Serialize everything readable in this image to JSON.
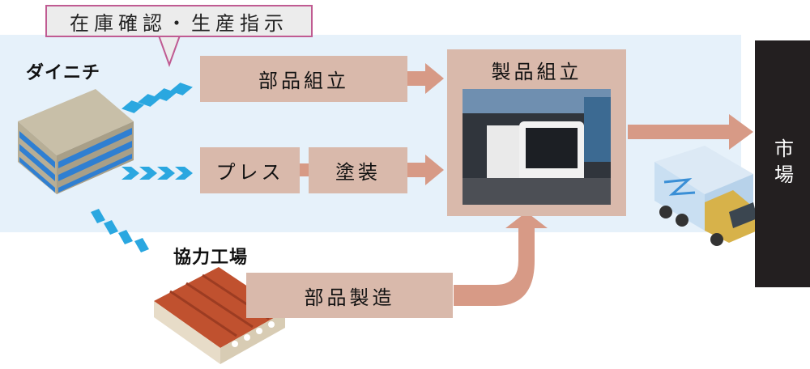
{
  "callout": {
    "text": "在庫確認・生産指示"
  },
  "company": {
    "name": "ダイニチ"
  },
  "partner": {
    "name": "協力工場"
  },
  "process": {
    "parts_assembly": "部品組立",
    "press": "プレス",
    "painting": "塗装",
    "product_assembly": "製品組立",
    "parts_manufacturing": "部品製造"
  },
  "market": {
    "label": "市場"
  },
  "colors": {
    "process_box": "#d9b9ab",
    "arrow": "#d79a86",
    "chevron": "#2aa7e0",
    "band": "#e6f1fa",
    "callout_border": "#c05b92",
    "market_bar": "#231f20"
  }
}
